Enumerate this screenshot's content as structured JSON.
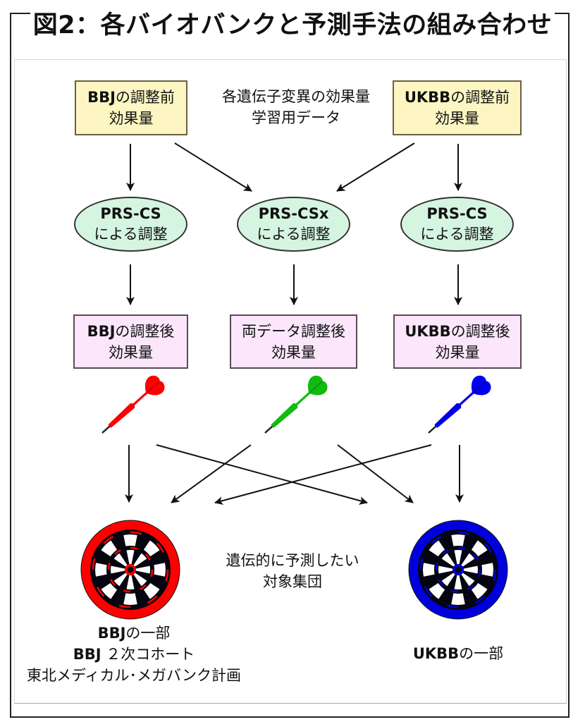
{
  "title": "図2：各バイオバンクと予測手法の組み合わせ",
  "training_data_label": {
    "line1": "各遺伝子変異の効果量",
    "line2": "学習用データ"
  },
  "input_boxes": [
    {
      "bold": "BBJ",
      "rest": "の調整前",
      "line2": "効果量",
      "color": "#fdf6c3"
    },
    {
      "bold": "UKBB",
      "rest": "の調整前",
      "line2": "効果量",
      "color": "#fdf6c3"
    }
  ],
  "methods": [
    {
      "line1": "PRS-CS",
      "line2": "による調整",
      "color": "#d5f5e0"
    },
    {
      "line1": "PRS-CSx",
      "line2": "による調整",
      "color": "#d5f5e0"
    },
    {
      "line1": "PRS-CS",
      "line2": "による調整",
      "color": "#d5f5e0"
    }
  ],
  "output_boxes": [
    {
      "bold": "BBJ",
      "rest": "の調整後",
      "line2": "効果量",
      "color": "#fbe6fb"
    },
    {
      "bold": "",
      "rest": "両データ調整後",
      "line2": "効果量",
      "color": "#fbe6fb"
    },
    {
      "bold": "UKBB",
      "rest": "の調整後",
      "line2": "効果量",
      "color": "#fbe6fb"
    }
  ],
  "darts": [
    {
      "name": "bbj-dart",
      "color": "#ff0000"
    },
    {
      "name": "both-dart",
      "color": "#11bb11"
    },
    {
      "name": "ukbb-dart",
      "color": "#0000ee"
    }
  ],
  "targets": [
    {
      "name": "bbj-target",
      "color": "#ff0000"
    },
    {
      "name": "ukbb-target",
      "color": "#0000dd"
    }
  ],
  "target_population_label": {
    "line1": "遺伝的に予測したい",
    "line2": "対象集団"
  },
  "bbj_target_caption": {
    "line1_bold": "BBJ",
    "line1_rest": "の一部",
    "line2_bold": "BBJ",
    "line2_rest": "２次コホート",
    "line3": "東北メディカル･メガバンク計画"
  },
  "ukbb_target_caption": {
    "bold": "UKBB",
    "rest": "の一部"
  }
}
